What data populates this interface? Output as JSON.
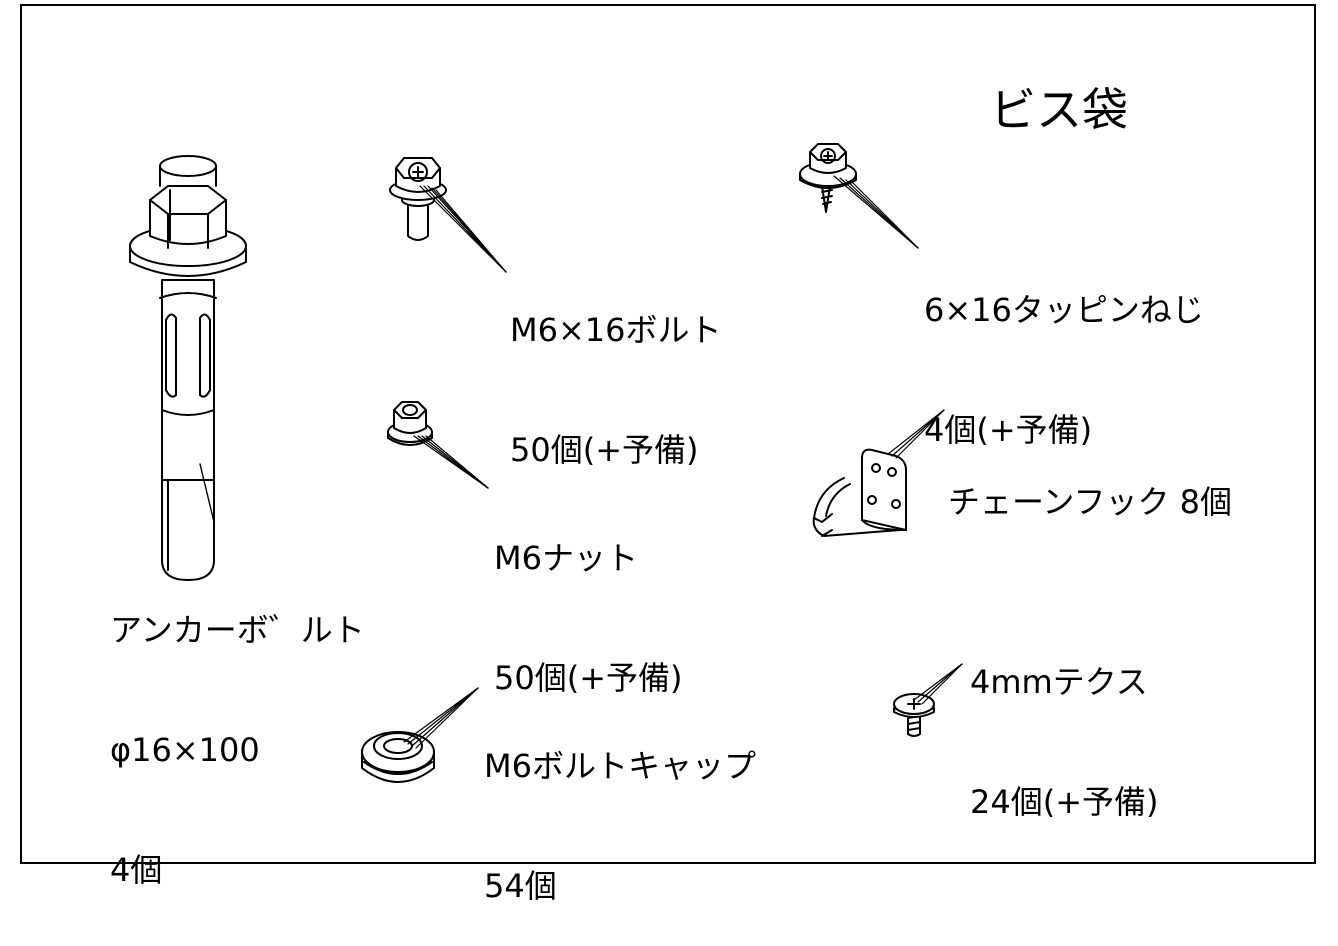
{
  "title": "ビス袋",
  "parts": {
    "anchor_bolt": {
      "lines": [
        "アンカーボ゛ルト",
        "φ16×100",
        "4個"
      ]
    },
    "m6_bolt": {
      "lines": [
        "M6×16ボルト",
        "50個(+予備)"
      ]
    },
    "tapping_screw": {
      "lines": [
        "6×16タッピンねじ",
        "4個(+予備)"
      ]
    },
    "m6_nut": {
      "lines": [
        "M6ナット",
        "50個(+予備)"
      ]
    },
    "chain_hook": {
      "lines": [
        "チェーンフック 8個"
      ]
    },
    "tex_screw": {
      "lines": [
        "4mmテクス",
        "24個(+予備)"
      ]
    },
    "bolt_cap": {
      "lines": [
        "M6ボルトキャップ",
        "54個"
      ]
    }
  },
  "icons": [
    "anchor-bolt-icon",
    "flange-bolt-icon",
    "tapping-screw-icon",
    "hex-nut-icon",
    "chain-hook-icon",
    "tex-screw-icon",
    "bolt-cap-icon"
  ]
}
